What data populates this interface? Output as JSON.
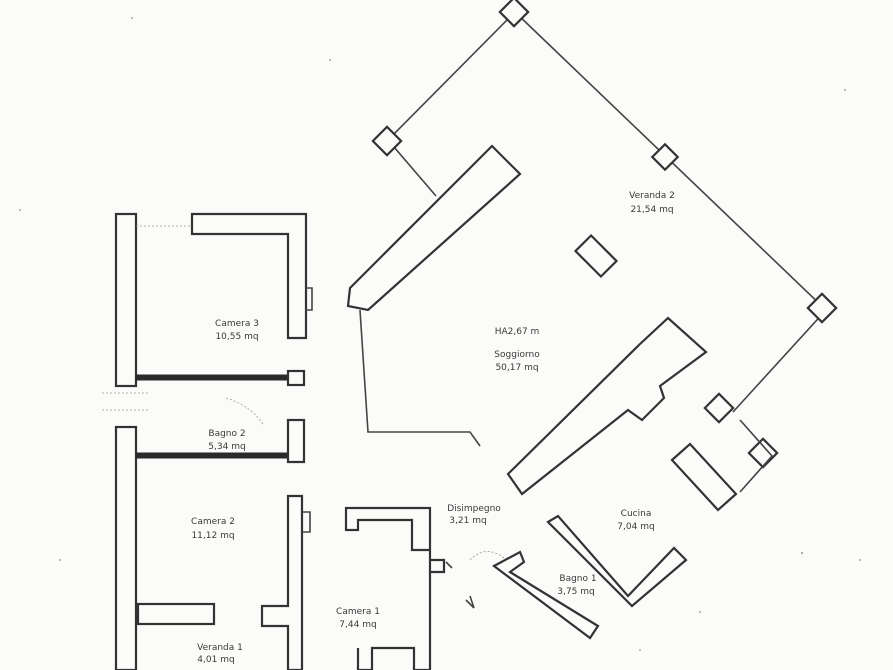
{
  "rooms": {
    "camera3": {
      "name": "Camera 3",
      "area": "10,55 mq"
    },
    "bagno2": {
      "name": "Bagno 2",
      "area": "5,34 mq"
    },
    "camera2": {
      "name": "Camera 2",
      "area": "11,12 mq"
    },
    "veranda1": {
      "name": "Veranda 1",
      "area": "4,01 mq"
    },
    "camera1": {
      "name": "Camera 1",
      "area": "7,44 mq"
    },
    "veranda2": {
      "name": "Veranda 2",
      "area": "21,54 mq"
    },
    "soggiorno": {
      "name": "Soggiorno",
      "area": "50,17 mq"
    },
    "altezza": "HA2,67 m",
    "cucina": {
      "name": "Cucina",
      "area": "7,04 mq"
    },
    "bagno1": {
      "name": "Bagno 1",
      "area": "3,75 mq"
    },
    "disimpegno": {
      "name": "Disimpegno",
      "area": "3,21 mq"
    }
  }
}
